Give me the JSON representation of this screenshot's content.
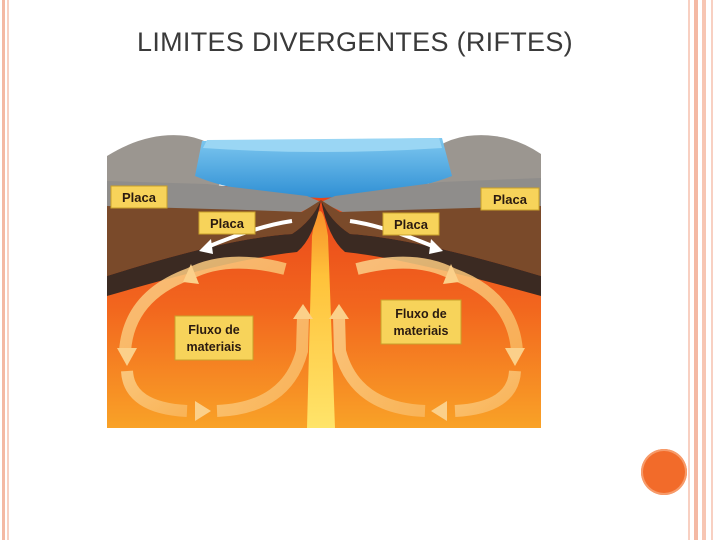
{
  "slide": {
    "title": "LIMITES DIVERGENTES (RIFTES)"
  },
  "diagram": {
    "labels": {
      "plate_upper_left": "Placa",
      "plate_upper_right": "Placa",
      "plate_lower_left": "Placa",
      "plate_lower_right": "Placa",
      "flow_left_line1": "Fluxo de",
      "flow_left_line2": "materiais",
      "flow_right_line1": "Fluxo de",
      "flow_right_line2": "materiais"
    },
    "colors": {
      "ocean": "#3fa6e0",
      "crust": "#7a4a2a",
      "mantle": "#f2581c",
      "magma": "#ffd54a",
      "label_bg": "#f7d35a",
      "accent": "#f26b2a"
    }
  }
}
